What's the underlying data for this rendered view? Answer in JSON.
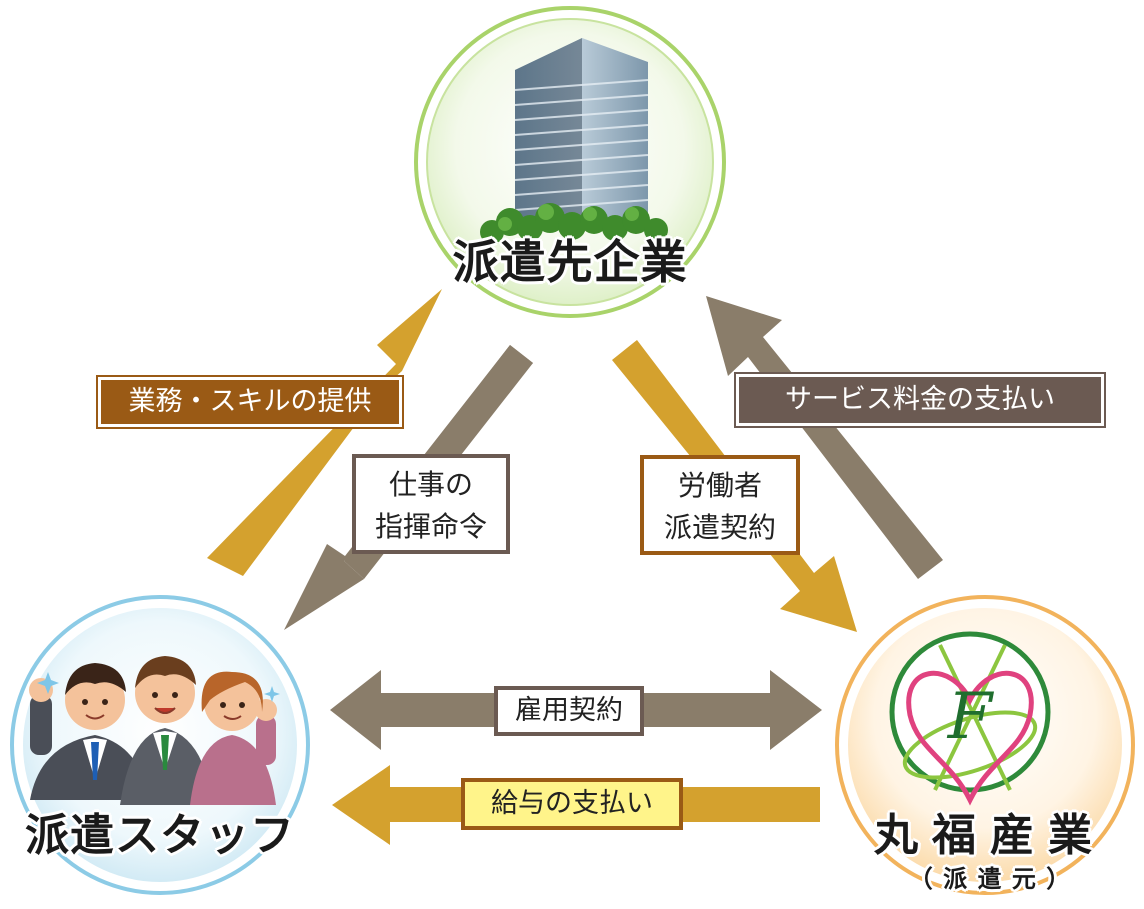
{
  "nodes": {
    "client_company": {
      "label": "派遣先企業"
    },
    "staff": {
      "label": "派遣スタッフ"
    },
    "agency": {
      "label": "丸福産業",
      "sublabel": "（ 派 遣 元 ）",
      "logo_letter": "F"
    }
  },
  "relations": {
    "provide_skills": "業務・スキルの提供",
    "work_instructions": "仕事の\n指揮命令",
    "dispatch_contract": "労働者\n派遣契約",
    "service_fee": "サービス料金の支払い",
    "employment_contract": "雇用契約",
    "salary_payment": "給与の支払い"
  },
  "colors": {
    "gold_arrow": "#d4a12e",
    "gray_arrow": "#8a7d6a",
    "brown_label": "#9a5a15",
    "gray_label": "#6b5a52",
    "yellow_label": "#fff48a",
    "green_ring": "#a9d36a",
    "blue_ring": "#8ccbe6",
    "orange_ring": "#f2b35c"
  }
}
